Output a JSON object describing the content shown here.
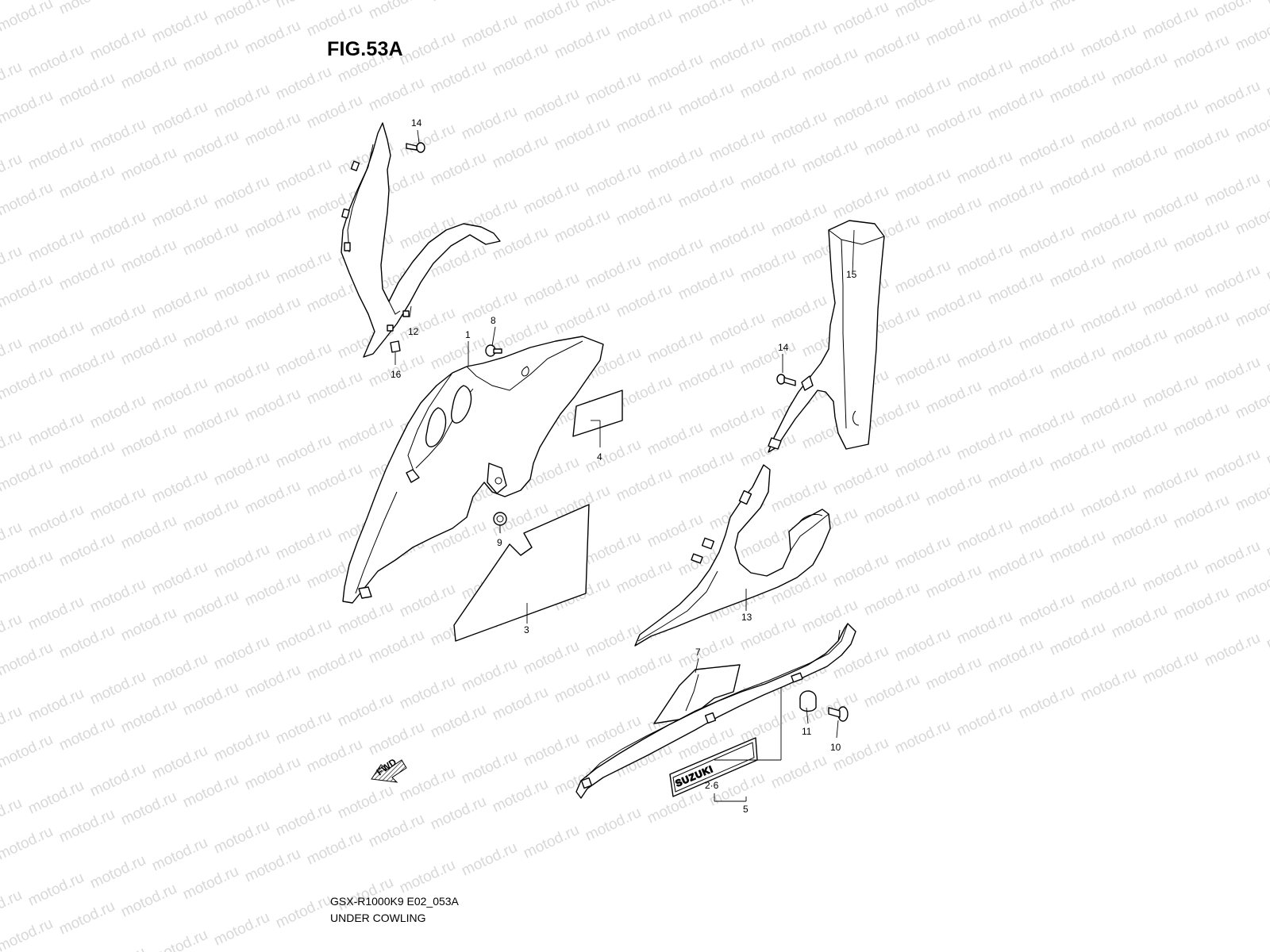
{
  "figure": {
    "title": "FIG.53A",
    "model_code": "GSX-R1000K9 E02_053A",
    "section_name": "UNDER COWLING"
  },
  "watermark_text": "motod.ru",
  "brand_mark": "SUZUKI",
  "direction_marker": "FWD",
  "callouts": [
    "1",
    "2·6",
    "3",
    "4",
    "5",
    "7",
    "8",
    "9",
    "10",
    "11",
    "12",
    "13",
    "14",
    "14",
    "15",
    "16"
  ]
}
